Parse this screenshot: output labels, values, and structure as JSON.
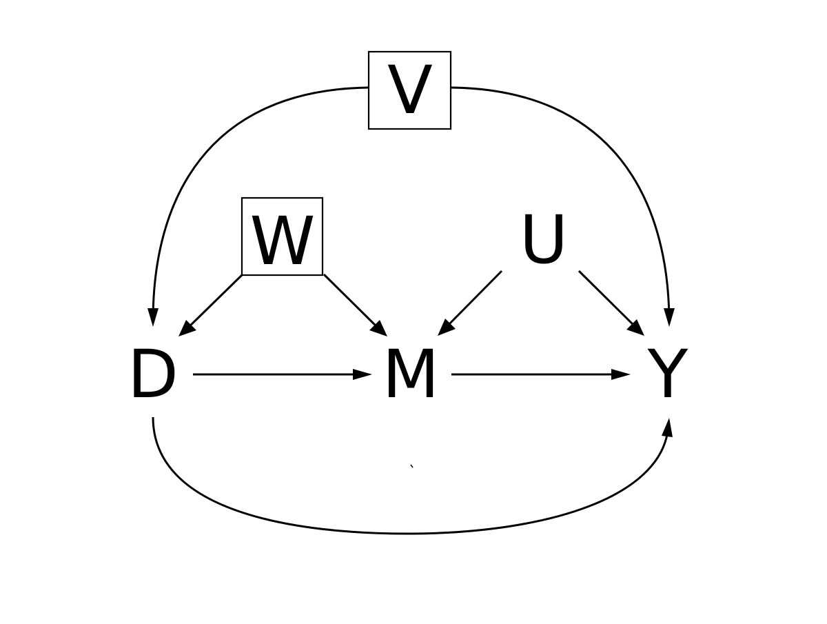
{
  "diagram": {
    "nodes": [
      {
        "id": "V",
        "label": "V",
        "boxed": true
      },
      {
        "id": "W",
        "label": "W",
        "boxed": true
      },
      {
        "id": "U",
        "label": "U",
        "boxed": false
      },
      {
        "id": "D",
        "label": "D",
        "boxed": false
      },
      {
        "id": "M",
        "label": "M",
        "boxed": false
      },
      {
        "id": "Y",
        "label": "Y",
        "boxed": false
      }
    ],
    "edges": [
      {
        "from": "V",
        "to": "D"
      },
      {
        "from": "V",
        "to": "Y"
      },
      {
        "from": "W",
        "to": "D"
      },
      {
        "from": "W",
        "to": "M"
      },
      {
        "from": "U",
        "to": "M"
      },
      {
        "from": "U",
        "to": "Y"
      },
      {
        "from": "D",
        "to": "M"
      },
      {
        "from": "M",
        "to": "Y"
      },
      {
        "from": "D",
        "to": "Y"
      }
    ],
    "colors": {
      "line": "#000000",
      "background": "#ffffff"
    }
  }
}
